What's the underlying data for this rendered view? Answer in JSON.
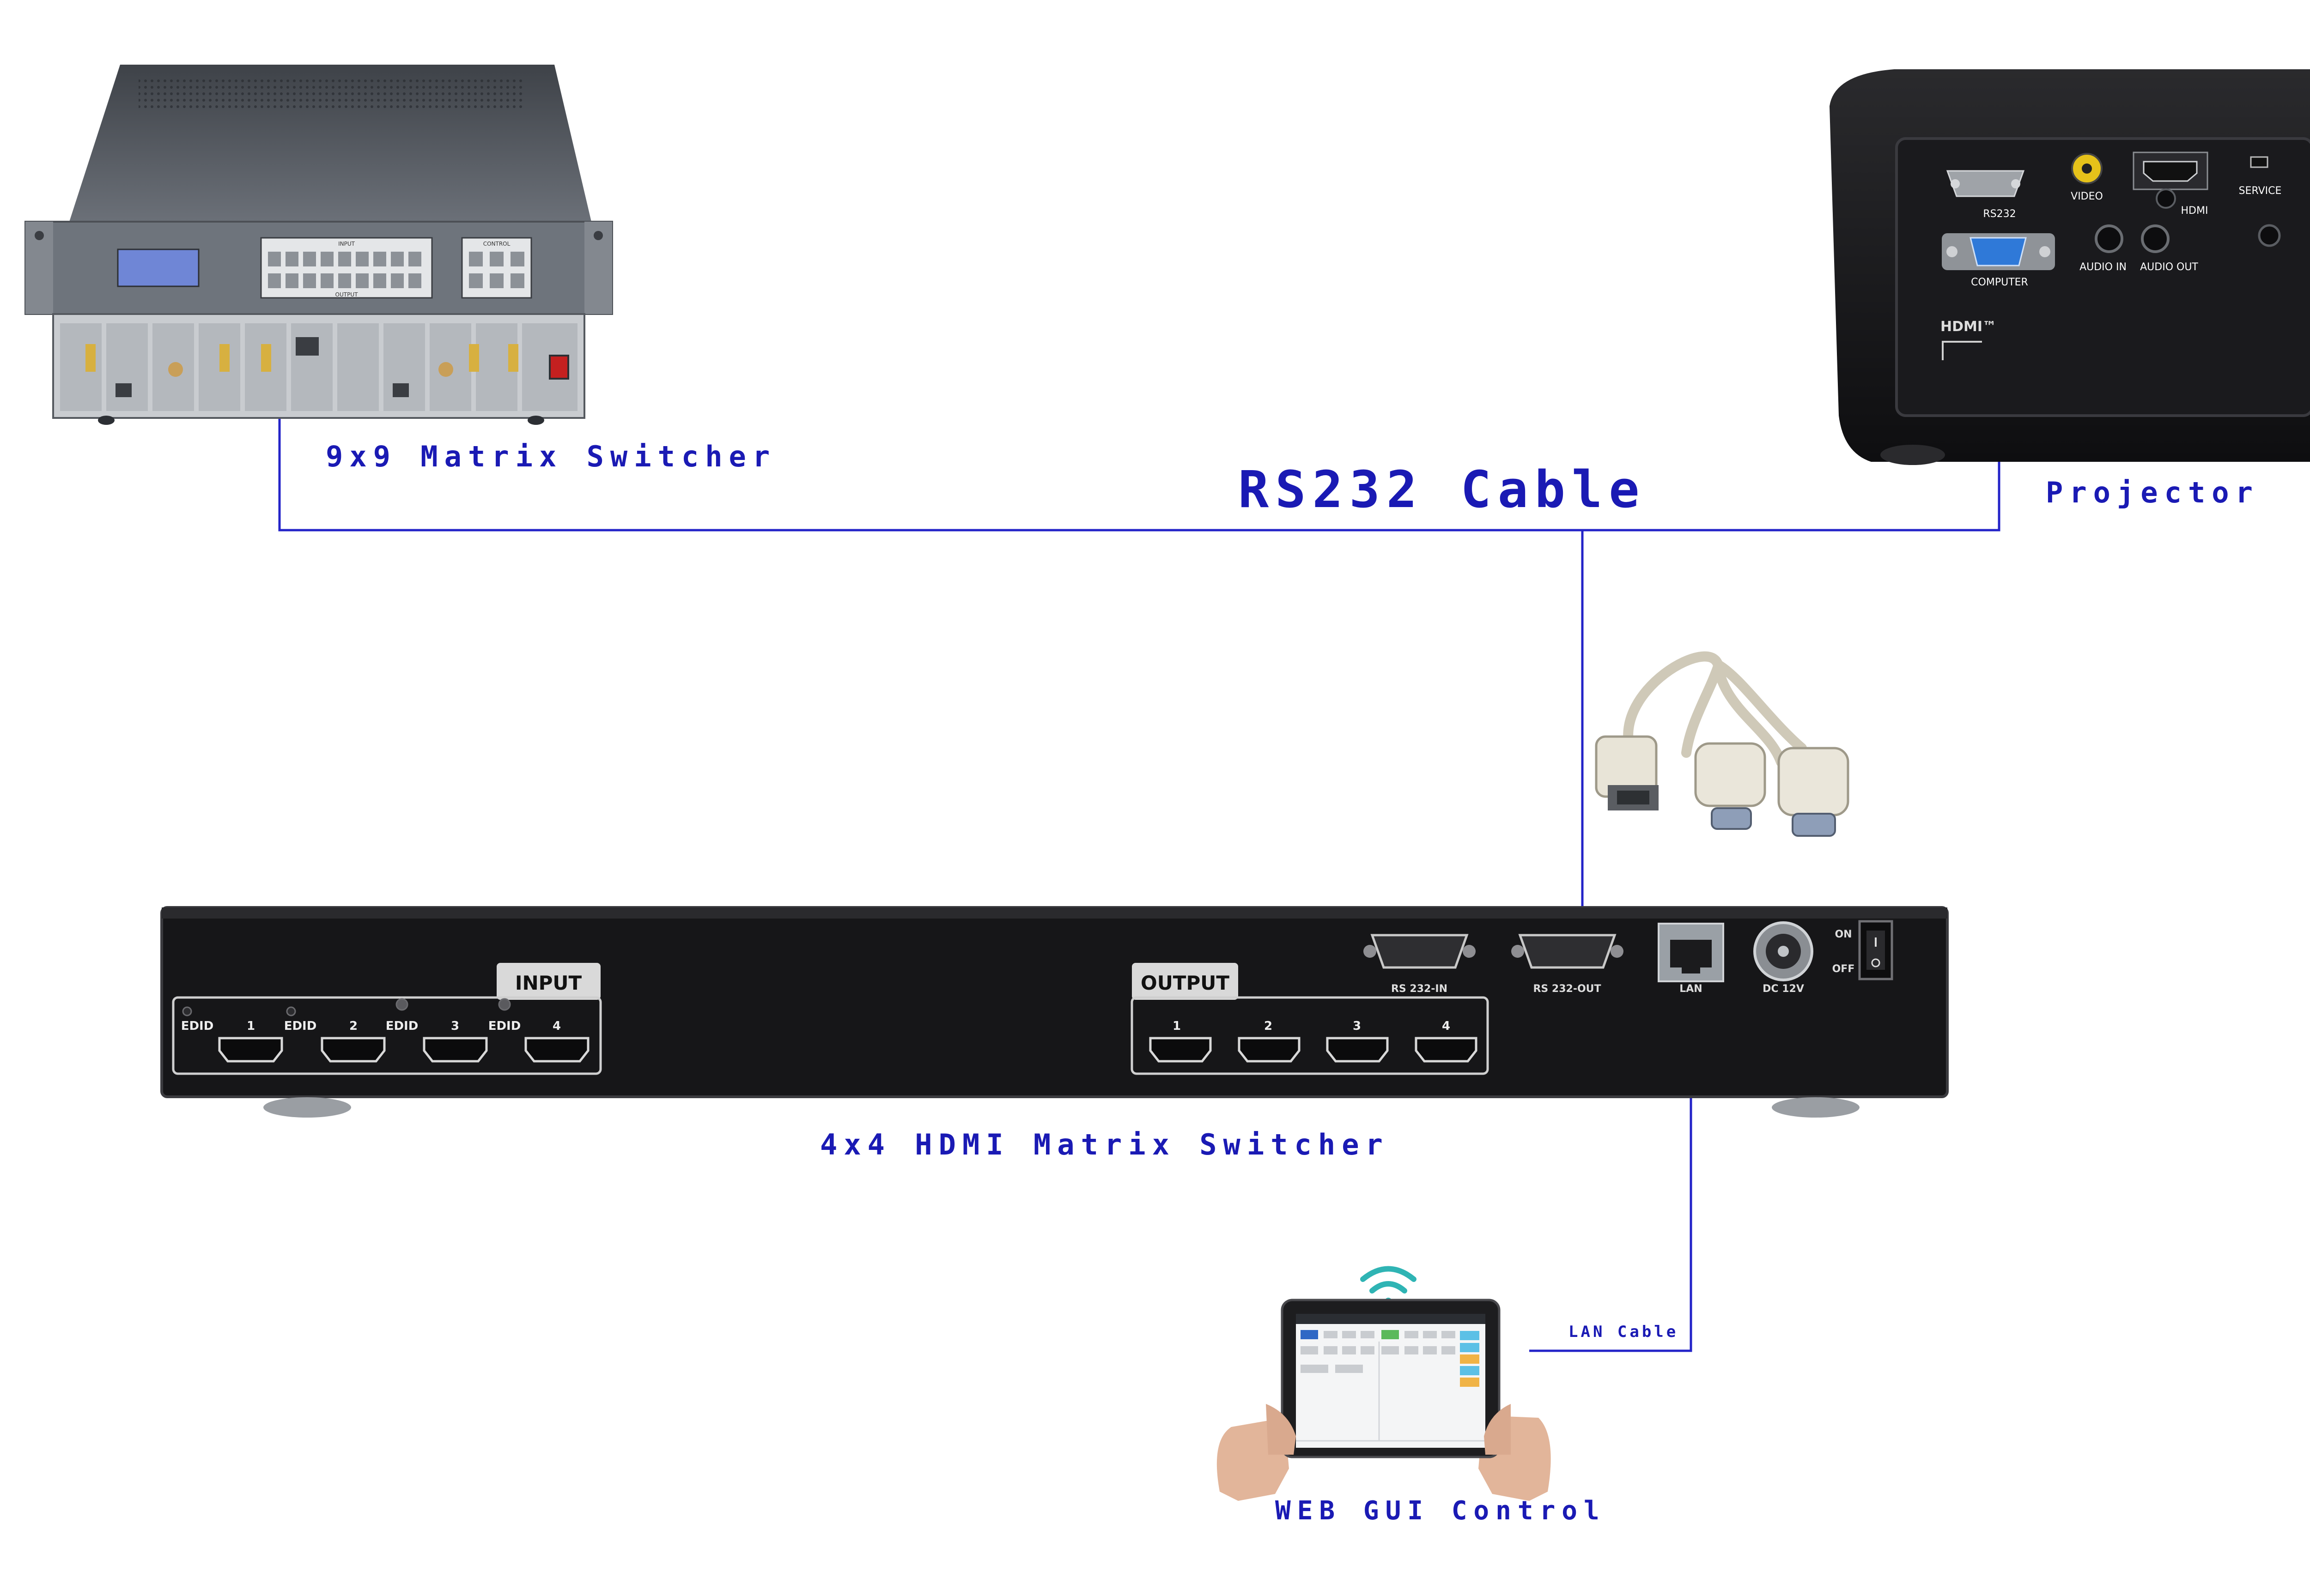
{
  "colors": {
    "line": "#2323c8",
    "label": "#1a1ab4",
    "device": "#1b1b1d",
    "panel": "#5a5f66",
    "metal": "#a9adb2"
  },
  "labels": {
    "matrix9x9": "9x9 Matrix Switcher",
    "rs232_cable": "RS232 Cable",
    "projector": "Projector",
    "matrix4x4": "4x4 HDMI Matrix Switcher",
    "lan_cable": "LAN Cable",
    "web_gui": "WEB GUI Control"
  },
  "rack_9x9": {
    "panel_input": "INPUT",
    "panel_output": "OUTPUT",
    "panel_control": "CONTROL"
  },
  "projector_panel": {
    "rs232": "RS232",
    "video": "VIDEO",
    "hdmi": "HDMI",
    "service": "SERVICE",
    "computer": "COMPUTER",
    "audio_in": "AUDIO IN",
    "audio_out": "AUDIO OUT",
    "hdmi_logo": "HDMI™"
  },
  "switcher_4x4": {
    "input_label": "INPUT",
    "output_label": "OUTPUT",
    "edid": "EDID",
    "in1": "1",
    "in2": "2",
    "in3": "3",
    "in4": "4",
    "out1": "1",
    "out2": "2",
    "out3": "3",
    "out4": "4",
    "rs232_in": "RS 232-IN",
    "rs232_out": "RS 232-OUT",
    "lan": "LAN",
    "dc12v": "DC 12V",
    "on": "ON",
    "off": "OFF"
  },
  "icons": [
    "wifi-icon",
    "db9-connector-icon",
    "hdmi-port-icon",
    "rj45-port-icon",
    "vga-port-icon",
    "power-switch-icon"
  ]
}
